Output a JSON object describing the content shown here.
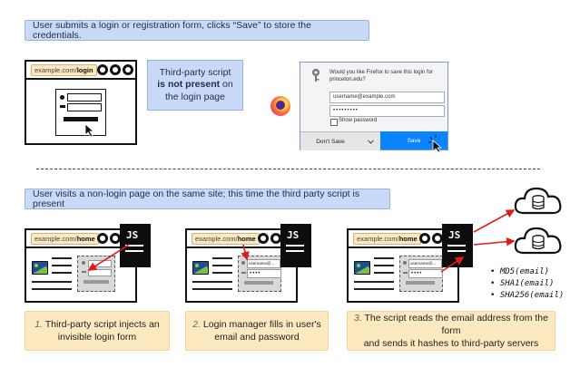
{
  "steps": {
    "top_banner": "User submits a login or registration form, clicks “Save” to store the credentials.",
    "bottom_banner": "User visits a non-login page on the same site; this time the third party script is present"
  },
  "top_browser": {
    "url_prefix": "example.com/",
    "url_path": "login"
  },
  "third_party_note": {
    "line1": "Third-party script",
    "line2_bold": "is not present",
    "line2_rest": " on",
    "line3": "the login page"
  },
  "firefox_dialog": {
    "prompt": "Would you like Firefox to save this login for princeton.edu?",
    "username": "username@example.com",
    "password": "•••••••••",
    "show_password": "Show password",
    "dont_save": "Don't Save",
    "save": "Save"
  },
  "panels": [
    {
      "url_prefix": "example.com/",
      "url_path": "home",
      "js": "JS",
      "step_num": "1.",
      "caption_line1": "Third-party script injects an",
      "caption_line2": "invisible login form"
    },
    {
      "url_prefix": "example.com/",
      "url_path": "home",
      "js": "JS",
      "step_num": "2.",
      "caption_line1": "Login manager fills in user's",
      "caption_line2": "email and password",
      "field_user": "username@...",
      "field_pass": "••••"
    },
    {
      "url_prefix": "example.com/",
      "url_path": "home",
      "js": "JS",
      "step_num": "3.",
      "caption_line1": "The script reads the email address from the form",
      "caption_line2": "and sends it hashes to third-party servers",
      "field_user": "username@...",
      "field_pass": "••••"
    }
  ],
  "hashes": [
    "MD5(email)",
    "SHA1(email)",
    "SHA256(email)"
  ]
}
